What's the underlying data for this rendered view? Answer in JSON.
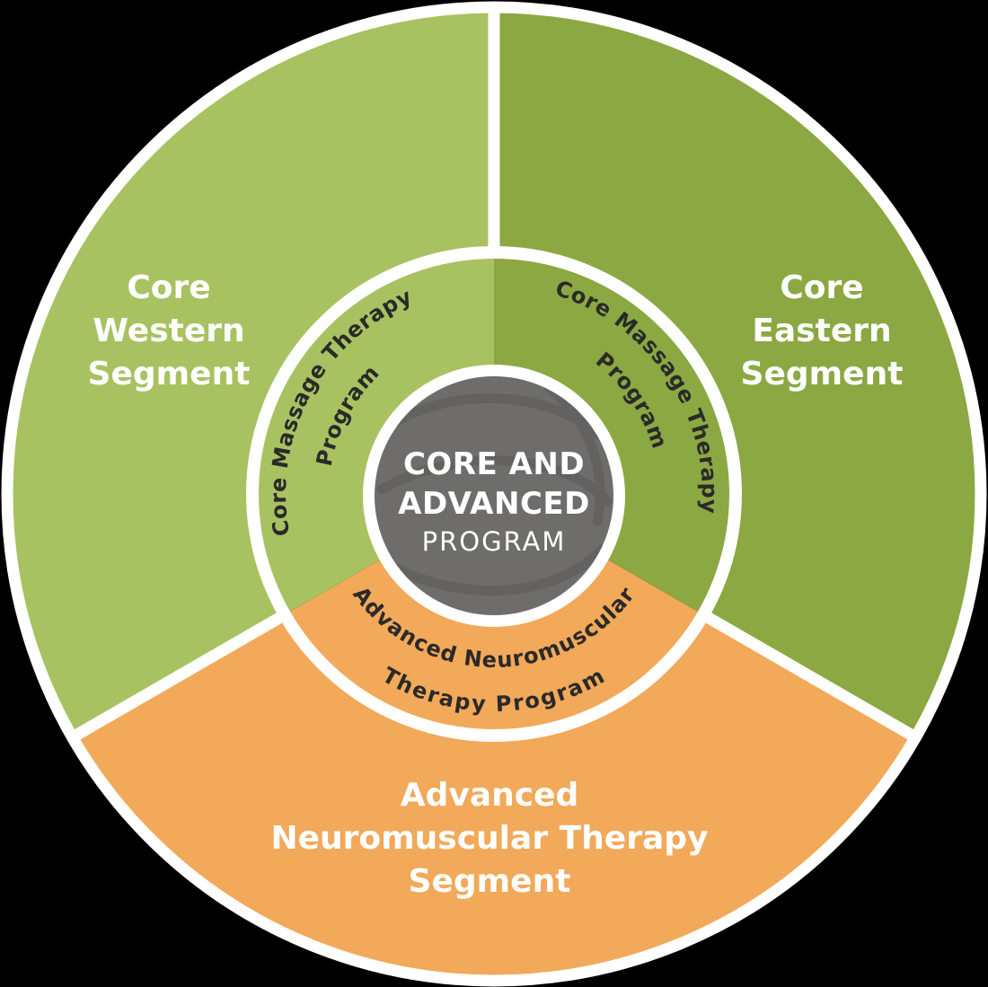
{
  "background_color": "#000000",
  "colors": {
    "light_green": "#A8C261",
    "dark_green": "#8BA842",
    "orange": "#F2A959",
    "center_gray": "#6E6D6C",
    "texture_gray": "#555453",
    "ring_white": "#FFFFFF",
    "curved_text": "#2A2A28",
    "label_white": "#FFFFFF"
  },
  "center": {
    "line1": "CORE AND",
    "line2": "ADVANCED",
    "line3": "PROGRAM"
  },
  "outer_segments": {
    "western": {
      "line1": "Core",
      "line2": "Western",
      "line3": "Segment"
    },
    "eastern": {
      "line1": "Core",
      "line2": "Eastern",
      "line3": "Segment"
    },
    "advanced": {
      "line1": "Advanced",
      "line2": "Neuromuscular Therapy",
      "line3": "Segment"
    }
  },
  "inner_ring": {
    "western_program": {
      "line1": "Core Massage Therapy",
      "line2": "Program"
    },
    "eastern_program": {
      "line1": "Core Massage Therapy",
      "line2": "Program"
    },
    "advanced_program": {
      "line1": "Advanced Neuromuscular",
      "line2": "Therapy Program"
    }
  }
}
